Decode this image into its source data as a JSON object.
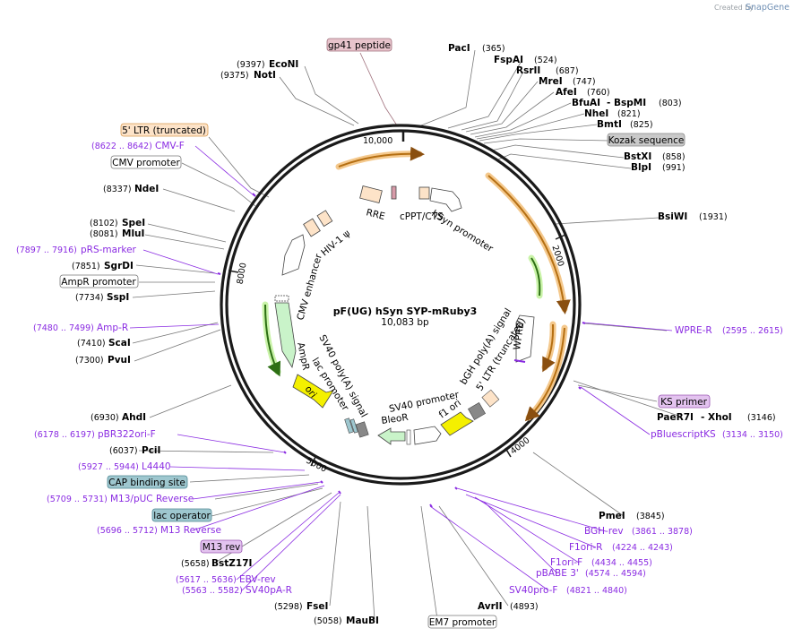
{
  "watermark": {
    "created_by": "Created by",
    "brand": "SnapGene"
  },
  "plasmid": {
    "name": "pF(UG) hSyn SYP-mRuby3",
    "length_label": "10,083 bp"
  },
  "ring_ticks": [
    {
      "label": "10,000"
    },
    {
      "label": "2000"
    },
    {
      "label": "4000"
    },
    {
      "label": "5000"
    },
    {
      "label": "8000"
    }
  ],
  "enzymes": [
    {
      "name": "EcoNI",
      "pos": "(9397)"
    },
    {
      "name": "NotI",
      "pos": "(9375)"
    },
    {
      "name": "PacI",
      "pos": "(365)"
    },
    {
      "name": "FspAI",
      "pos": "(524)"
    },
    {
      "name": "RsrII",
      "pos": "(687)"
    },
    {
      "name": "MreI",
      "pos": "(747)"
    },
    {
      "name": "AfeI",
      "pos": "(760)"
    },
    {
      "name": "BfuAI",
      "sep": "- BspMI",
      "pos": "(803)"
    },
    {
      "name": "NheI",
      "pos": "(821)"
    },
    {
      "name": "BmtI",
      "pos": "(825)"
    },
    {
      "name": "BstXI",
      "pos": "(858)"
    },
    {
      "name": "BlpI",
      "pos": "(991)"
    },
    {
      "name": "BsiWI",
      "pos": "(1931)"
    },
    {
      "name": "NdeI",
      "pos": "(8337)"
    },
    {
      "name": "SpeI",
      "pos": "(8102)"
    },
    {
      "name": "MluI",
      "pos": "(8081)"
    },
    {
      "name": "SgrDI",
      "pos": "(7851)"
    },
    {
      "name": "SspI",
      "pos": "(7734)"
    },
    {
      "name": "ScaI",
      "pos": "(7410)"
    },
    {
      "name": "PvuI",
      "pos": "(7300)"
    },
    {
      "name": "AhdI",
      "pos": "(6930)"
    },
    {
      "name": "PciI",
      "pos": "(6037)"
    },
    {
      "name": "BstZ17I",
      "pos": "(5658)"
    },
    {
      "name": "FseI",
      "pos": "(5298)"
    },
    {
      "name": "MauBI",
      "pos": "(5058)"
    },
    {
      "name": "AvrII",
      "pos": "(4893)"
    },
    {
      "name": "PmeI",
      "pos": "(3845)"
    },
    {
      "name": "PaeR7I",
      "sep": "- XhoI",
      "pos": "(3146)"
    }
  ],
  "primers": [
    {
      "name": "CMV-F",
      "range": "(8622 .. 8642)"
    },
    {
      "name": "pRS-marker",
      "range": "(7897 .. 7916)"
    },
    {
      "name": "Amp-R",
      "range": "(7480 .. 7499)"
    },
    {
      "name": "pBR322ori-F",
      "range": "(6178 .. 6197)"
    },
    {
      "name": "L4440",
      "range": "(5927 .. 5944)"
    },
    {
      "name": "M13/pUC Reverse",
      "range": "(5709 .. 5731)"
    },
    {
      "name": "M13 Reverse",
      "range": "(5696 .. 5712)"
    },
    {
      "name": "EBV-rev",
      "range": "(5617 .. 5636)"
    },
    {
      "name": "SV40pA-R",
      "range": "(5563 .. 5582)"
    },
    {
      "name": "WPRE-R",
      "range": "(2595 .. 2615)"
    },
    {
      "name": "pBluescriptKS",
      "range": "(3134 .. 3150)"
    },
    {
      "name": "BGH-rev",
      "range": "(3861 .. 3878)"
    },
    {
      "name": "F1ori-R",
      "range": "(4224 .. 4243)"
    },
    {
      "name": "F1ori-F",
      "range": "(4434 .. 4455)"
    },
    {
      "name": "pBABE 3'",
      "range": "(4574 .. 4594)"
    },
    {
      "name": "SV40pro-F",
      "range": "(4821 .. 4840)"
    }
  ],
  "boxed_labels": [
    {
      "text": "gp41 peptide",
      "fill": "#e8c4cc",
      "stroke": "#a0707c"
    },
    {
      "text": "5' LTR (truncated)",
      "fill": "#fde3c8",
      "stroke": "#d89a50"
    },
    {
      "text": "CMV promoter",
      "fill": "#ffffff",
      "stroke": "#777777"
    },
    {
      "text": "AmpR promoter",
      "fill": "#ffffff",
      "stroke": "#777777"
    },
    {
      "text": "Kozak sequence",
      "fill": "#c9c9c9",
      "stroke": "#888888"
    },
    {
      "text": "KS primer",
      "fill": "#e3c3ef",
      "stroke": "#9a57b3"
    },
    {
      "text": "CAP binding site",
      "fill": "#9ec7cf",
      "stroke": "#4e8894"
    },
    {
      "text": "lac operator",
      "fill": "#9ec7cf",
      "stroke": "#4e8894"
    },
    {
      "text": "M13 rev",
      "fill": "#e3c3ef",
      "stroke": "#9a57b3"
    },
    {
      "text": "EM7 promoter",
      "fill": "#ffffff",
      "stroke": "#777777"
    }
  ],
  "inner_features": [
    {
      "text": "hSyn promoter"
    },
    {
      "text": "cPPT/CTS"
    },
    {
      "text": "RRE"
    },
    {
      "text": "HIV-1 ψ"
    },
    {
      "text": "CMV enhancer"
    },
    {
      "text": "AmpR"
    },
    {
      "text": "SV40 poly(A) signal"
    },
    {
      "text": "lac promoter"
    },
    {
      "text": "ori"
    },
    {
      "text": "BleoR"
    },
    {
      "text": "SV40 promoter"
    },
    {
      "text": "f1 ori"
    },
    {
      "text": "bGH poly(A) signal"
    },
    {
      "text": "5' LTR (truncated)"
    },
    {
      "text": "WPRE"
    }
  ],
  "colors": {
    "backbone": "#1a1a1a",
    "primer": "#8a2be2",
    "orange_feature": "#c8871a",
    "green_feature": "#3f9a1f",
    "ori_yellow": "#f4f000",
    "leader_gray": "#777777"
  }
}
